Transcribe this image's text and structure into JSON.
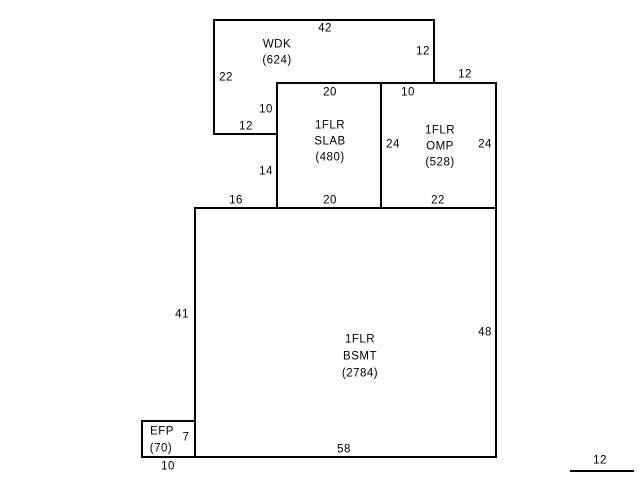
{
  "areas": {
    "wdk": {
      "name": "WDK",
      "area": "(624)"
    },
    "slab": {
      "level": "1FLR",
      "name": "SLAB",
      "area": "(480)"
    },
    "omp": {
      "level": "1FLR",
      "name": "OMP",
      "area": "(528)"
    },
    "bsmt": {
      "level": "1FLR",
      "name": "BSMT",
      "area": "(2784)"
    },
    "efp": {
      "name": "EFP",
      "area": "(70)"
    }
  },
  "dimensions": {
    "wdk_top": "42",
    "wdk_right": "12",
    "wdk_left": "22",
    "wdk_inner_vertical": "10",
    "wdk_bottom": "12",
    "omp_top_right": "12",
    "slab_top": "20",
    "omp_top_left": "10",
    "omp_left": "24",
    "omp_right": "24",
    "slab_left_lower": "14",
    "bsmt_top_left": "16",
    "slab_bottom": "20",
    "omp_bottom": "22",
    "bsmt_left": "41",
    "bsmt_right": "48",
    "bsmt_bottom": "58",
    "efp_width": "10",
    "efp_height": "7"
  },
  "scale": {
    "label": "12"
  }
}
